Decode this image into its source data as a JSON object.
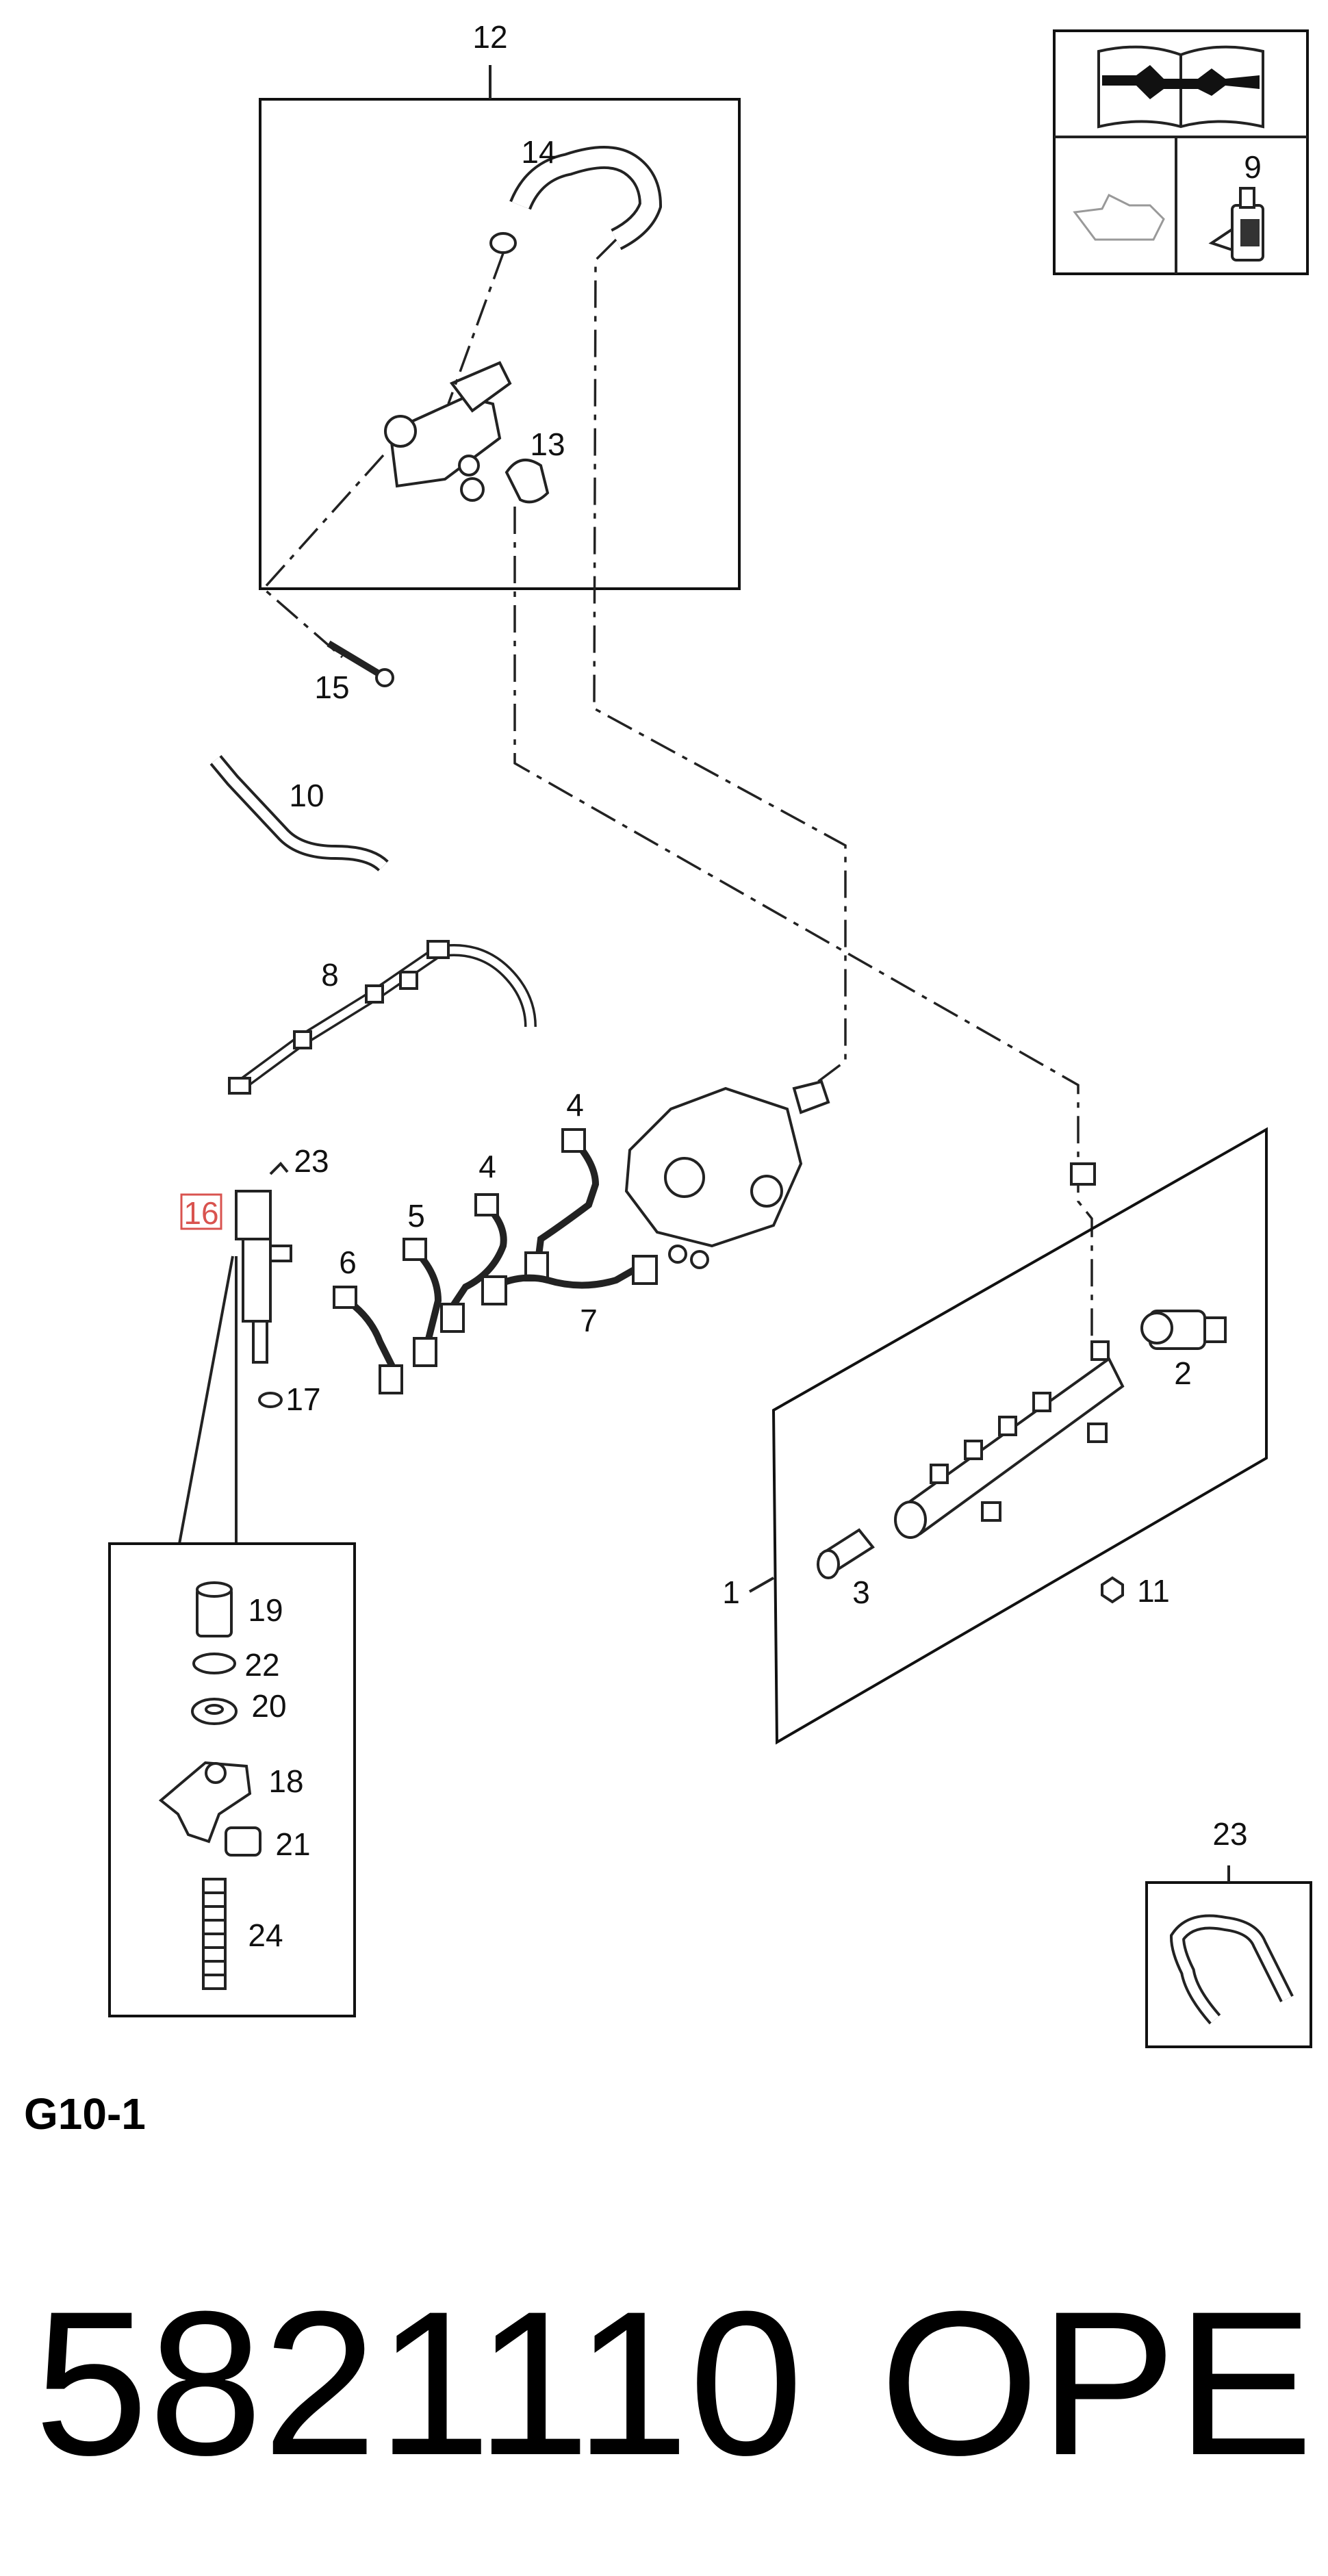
{
  "diagram": {
    "callouts": {
      "p12": "12",
      "p14": "14",
      "p13": "13",
      "p15": "15",
      "p10": "10",
      "p8": "8",
      "p4a": "4",
      "p4b": "4",
      "p23a": "23",
      "p16": "16",
      "p5": "5",
      "p6": "6",
      "p7": "7",
      "p17": "17",
      "p2": "2",
      "p1": "1",
      "p3": "3",
      "p11": "11",
      "p19": "19",
      "p22": "22",
      "p20": "20",
      "p18": "18",
      "p21": "21",
      "p24": "24",
      "p23b": "23",
      "p9": "9"
    },
    "highlighted_part": "16",
    "group_code": "G10-1",
    "part_number": "5821110",
    "brand": "OPEL"
  }
}
